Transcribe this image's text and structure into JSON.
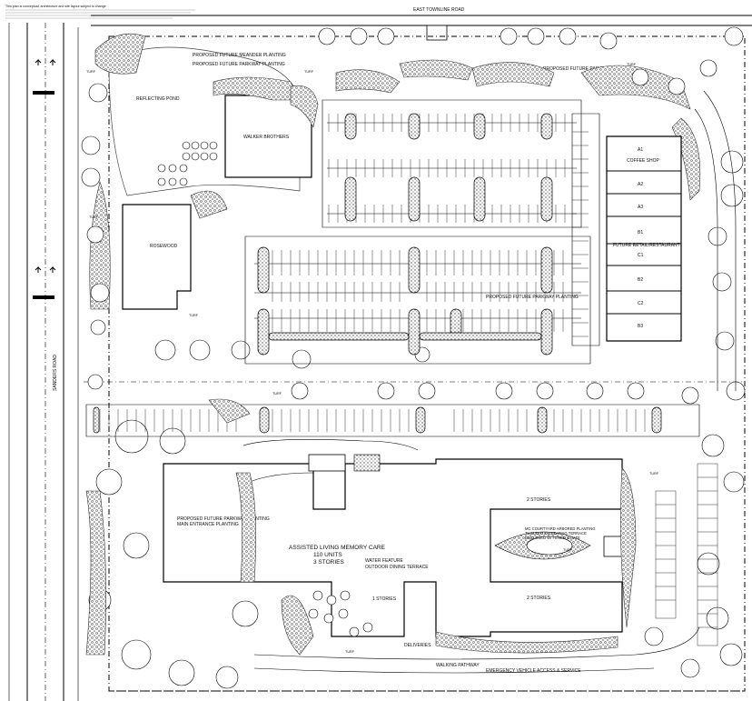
{
  "notes": "This plan is conceptual; architecture and site layout subject to change",
  "roads": {
    "north": "EAST TOWNLINE ROAD",
    "west": "SANDERS ROAD",
    "south_access": "EMERGENCY VEHICLE ACCESS & SERVICE",
    "walking": "WALKING PATHWAY"
  },
  "buildings": {
    "walker": "WALKER BROTHERS",
    "rosewood": "ROSEWOOD",
    "coffee": "COFFEE SHOP",
    "future_retail": "FUTURE RETAIL/RESTAURANT",
    "units": [
      "A1",
      "A2",
      "A3",
      "B1",
      "C1",
      "B2",
      "C2",
      "B3"
    ],
    "assisted_title": "ASSISTED LIVING MEMORY CARE",
    "assisted_units": "110 UNITS",
    "assisted_stories": "3 STORIES",
    "two_stories_north": "2 STORIES",
    "two_stories_south": "2 STORIES",
    "one_story": "1 STORIES",
    "deliveries": "DELIVERIES"
  },
  "labels": {
    "reflecting_pond": "REFLECTING POND",
    "proposed_berm": "PROPOSED FUTURE MEANDER PLANTING",
    "proposed_parkway": "PROPOSED FUTURE PARKWAY PLANTING",
    "proposed_parkway_mid": "PROPOSED FUTURE PARKWAY PLANTING",
    "proposed_parkway_east": "PROPOSED FUTURE PARKWAY PLANTING",
    "proposed_main_entrance": "PROPOSED FUTURE PARKWAY PLANTING",
    "main_entrance": "MAIN ENTRANCE PLANTING",
    "water_feature": "WATER FEATURE",
    "outdoor_dining": "OUTDOOR DINING TERRACE",
    "memory_courtyard": "MC COURTYARD ARBORED PLANTING",
    "memory_courtyard_2": "THOUGHTS & SEATING TERRACE",
    "memory_courtyard_3": "ENCLOSED W/ FENCE & GATE",
    "turf": "TURF"
  },
  "colors": {
    "ink": "#000000",
    "paper": "#ffffff",
    "stipple": "#555555"
  }
}
